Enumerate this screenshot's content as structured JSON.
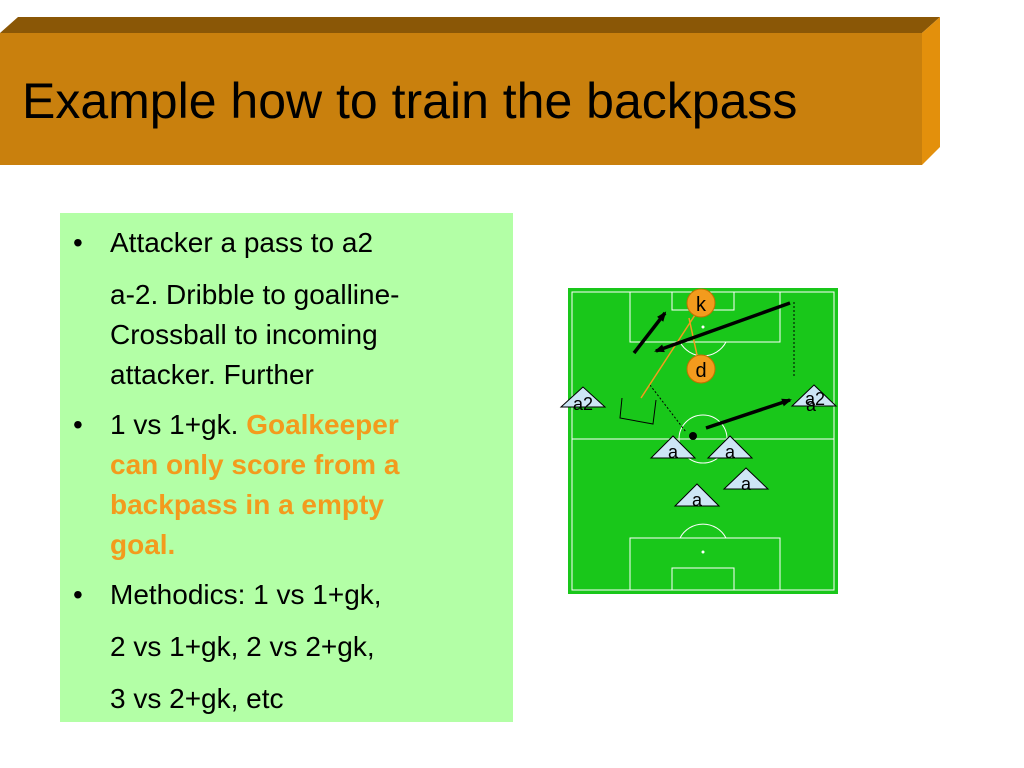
{
  "slide": {
    "title": "Example how to train the backpass",
    "colors": {
      "title_bar": "#c9800d",
      "title_bar_side": "#e3900c",
      "title_bar_top": "#8a5706",
      "text_box_bg": "#b3ffa6",
      "highlight_text": "#f39b1d",
      "pitch": "#19c71a"
    },
    "bullets": {
      "b1_line1": "Attacker a pass to a2",
      "b1_line2": "a-2. Dribble to goalline-",
      "b1_line3": "Crossball to incoming",
      "b1_line4": "attacker. Further",
      "b2_prefix": "1 vs 1+gk. ",
      "b2_hl_line1": "Goalkeeper",
      "b2_hl_line2": "can only score from a",
      "b2_hl_line3": "backpass in a empty",
      "b2_hl_line4": "goal.",
      "b3_line1": "Methodics: 1 vs 1+gk,",
      "b3_line2": "2 vs 1+gk, 2 vs 2+gk,",
      "b3_line3": "3 vs 2+gk, etc"
    },
    "bullet_glyph": "•"
  },
  "diagram": {
    "keeper_label": "k",
    "defender_label": "d",
    "left_winger_label": "a2",
    "right_winger_label_top": "a2",
    "right_winger_label_bottom": "a",
    "attacker_label_1": "a",
    "attacker_label_2": "a",
    "attacker_label_3": "a",
    "attacker_label_4": "a"
  }
}
